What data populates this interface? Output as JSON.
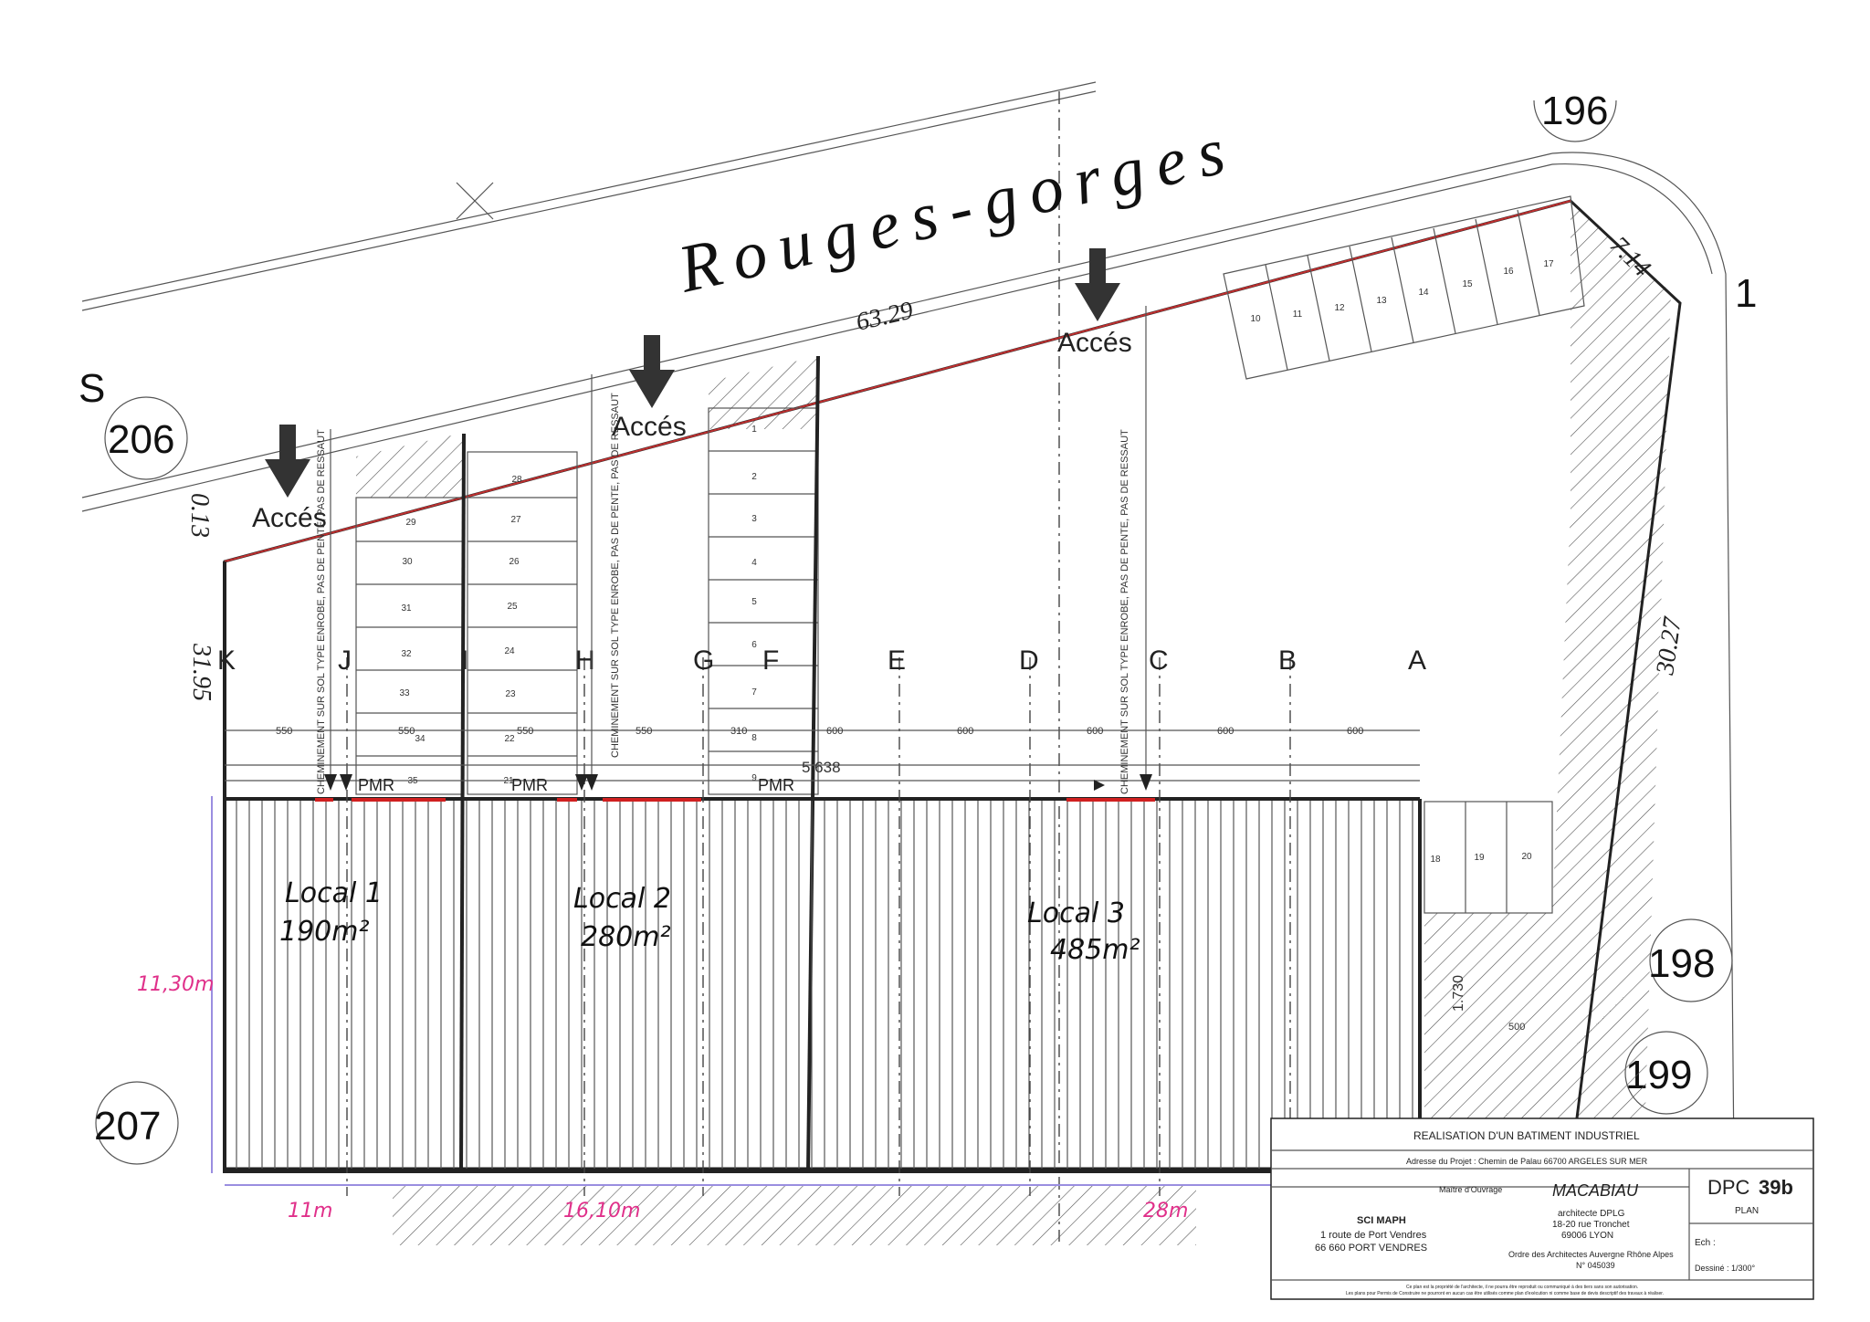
{
  "street": {
    "name": "Rouges-gorges",
    "left_fragment": "S"
  },
  "lot_numbers": {
    "lot_206": "206",
    "lot_196": "196",
    "lot_198": "198",
    "lot_199": "199",
    "lot_207": "207",
    "lot_right_partial": "1"
  },
  "dimensions": {
    "top_length": "63.29",
    "corner": "7.14",
    "right_side": "30.27",
    "left_side": "31.95",
    "left_small": "0.13",
    "inner_span": "5 638",
    "inner_span_sup": "5",
    "right_height": "1.730",
    "right_small": "500",
    "bay_left": "550",
    "bay_left_2": "550",
    "bay_mid": "550",
    "bay_mid_2": "550",
    "bay_gf": "310",
    "bay_600": "600"
  },
  "access_labels": {
    "a1": "Accés",
    "a2": "Accés",
    "a3": "Accés"
  },
  "axes": [
    "K",
    "J",
    "I",
    "H",
    "G",
    "F",
    "E",
    "D",
    "C",
    "B",
    "A"
  ],
  "path_note": "CHEMINEMENT SUR SOL TYPE ENROBE, PAS DE PENTE, PAS DE RESSAUT",
  "pmr": {
    "p1": "PMR",
    "p2": "PMR",
    "p3": "PMR"
  },
  "units": {
    "local1": {
      "name": "Local 1",
      "area": "190m²"
    },
    "local2": {
      "name": "Local 2",
      "area": "280m²"
    },
    "local3": {
      "name": "Local 3",
      "area": "485m²"
    }
  },
  "handwritten_dims": {
    "height": "11,30m",
    "w1": "11m",
    "w2": "16,10m",
    "w3": "28m"
  },
  "parking": {
    "top_row": [
      "10",
      "11",
      "12",
      "13",
      "14",
      "15",
      "16",
      "17"
    ],
    "right_row": [
      "18",
      "19",
      "20"
    ],
    "col_left": [
      "29",
      "30",
      "31",
      "32",
      "33",
      "34",
      "35"
    ],
    "col_mid": [
      "28",
      "27",
      "26",
      "25",
      "24",
      "23",
      "22",
      "21"
    ],
    "col_right": [
      "1",
      "2",
      "3",
      "4",
      "5",
      "6",
      "7",
      "8",
      "9"
    ]
  },
  "title_block": {
    "project": "REALISATION D'UN BATIMENT INDUSTRIEL",
    "address": "Adresse du Projet :  Chemin de Palau 66700 ARGELES SUR MER",
    "owner_label": "Maître d'Ouvrage",
    "owner_name": "SCI MAPH",
    "owner_addr1": "1 route de Port Vendres",
    "owner_addr2": "66 660 PORT VENDRES",
    "architect_logo": "MACABIAU",
    "architect_title": "architecte DPLG",
    "architect_addr1": "18-20 rue Tronchet",
    "architect_addr2": "69006 LYON",
    "architect_order": "Ordre des Architectes Auvergne Rhône Alpes",
    "architect_num": "N° 045039",
    "doc_prefix": "DPC",
    "doc_num": "39b",
    "doc_type": "PLAN",
    "scale_label": "Ech :",
    "drawn_label": "Dessiné : 1/300°",
    "footer1": "Ce plan est la propriété de l'architecte, il ne pourra être reproduit ou communiqué à des tiers sans son autorisation.",
    "footer2": "Les plans pour Permis de Construire ne pourront en aucun cas être utilisés comme plan d'exécution ni comme base de devis descriptif des travaux à réaliser."
  },
  "colors": {
    "ink": "#222222",
    "dim_pink": "#e0308a",
    "dim_blue": "#9a8ee0",
    "pmr_red": "#d02020"
  }
}
